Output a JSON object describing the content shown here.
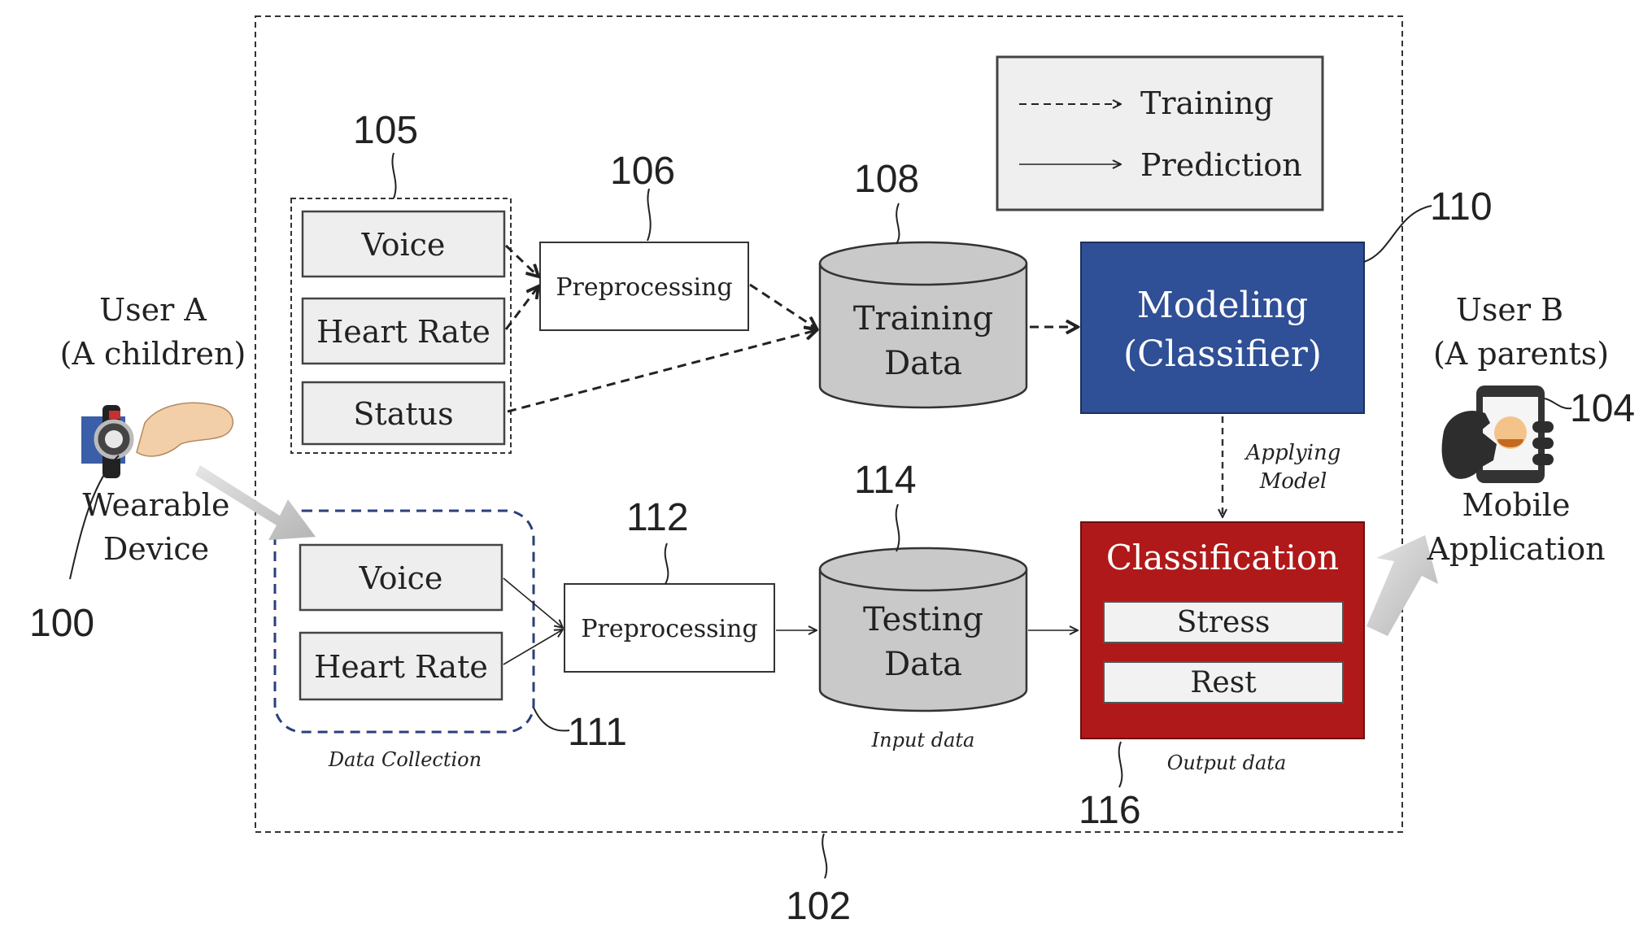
{
  "refs": {
    "r100": "100",
    "r102": "102",
    "r104": "104",
    "r105": "105",
    "r106": "106",
    "r108": "108",
    "r110": "110",
    "r111": "111",
    "r112": "112",
    "r114": "114",
    "r116": "116"
  },
  "user_a": {
    "line1": "User A",
    "line2": "(A children)",
    "device_line1": "Wearable",
    "device_line2": "Device"
  },
  "user_b": {
    "line1": "User B",
    "line2": "(A parents)",
    "app_line1": "Mobile",
    "app_line2": "Application"
  },
  "legend": {
    "training": "Training",
    "prediction": "Prediction"
  },
  "training_inputs": [
    "Voice",
    "Heart Rate",
    "Status"
  ],
  "testing_inputs": [
    "Voice",
    "Heart Rate"
  ],
  "preprocessing": "Preprocessing",
  "training_data": {
    "line1": "Training",
    "line2": "Data"
  },
  "testing_data": {
    "line1": "Testing",
    "line2": "Data"
  },
  "modeling": {
    "line1": "Modeling",
    "line2": "(Classifier)"
  },
  "applying": {
    "line1": "Applying",
    "line2": "Model"
  },
  "classification": {
    "title": "Classification",
    "items": [
      "Stress",
      "Rest"
    ]
  },
  "captions": {
    "data_collection": "Data Collection",
    "input_data": "Input data",
    "output_data": "Output data"
  },
  "colors": {
    "modeling_blue": "#2f4f96",
    "classification_red": "#b01919",
    "cylinder_gray": "#c9c9c9",
    "box_gray": "#eeeeee"
  }
}
